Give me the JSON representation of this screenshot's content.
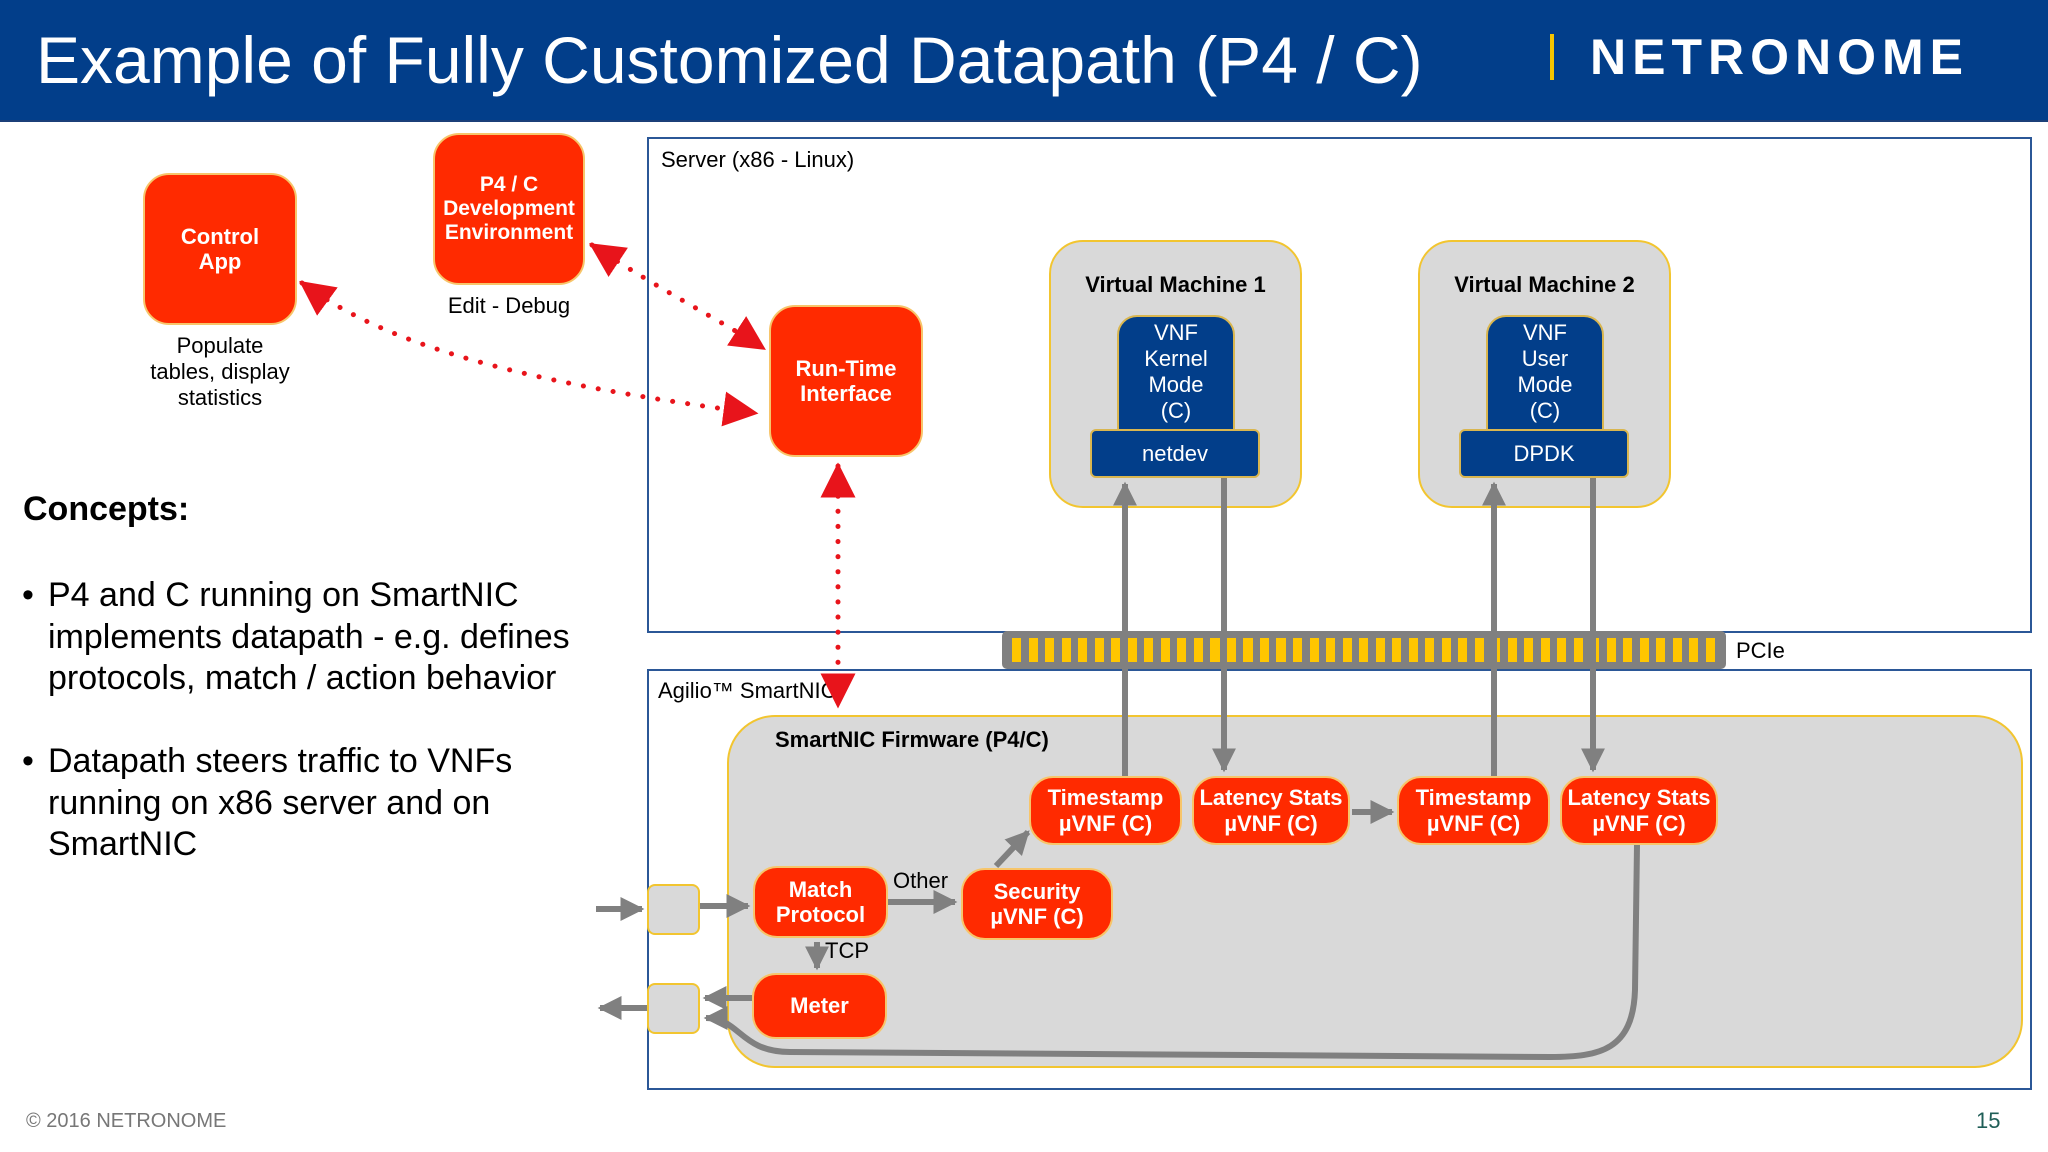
{
  "header": {
    "title": "Example of Fully Customized Datapath (P4 / C)",
    "logo_text": "NETRONOME",
    "colors": {
      "background": "#023E8A",
      "accent": "#F5C400"
    }
  },
  "left_nodes": {
    "control_app": {
      "label": "Control App",
      "caption": "Populate tables, display statistics"
    },
    "dev_env": {
      "label": "P4 / C Development Environment",
      "caption": "Edit - Debug"
    }
  },
  "concepts": {
    "heading": "Concepts:",
    "bullets": [
      "P4 and C running on SmartNIC implements datapath - e.g. defines protocols, match / action behavior",
      "Datapath steers traffic to VNFs running on x86 server and on SmartNIC"
    ]
  },
  "server": {
    "label": "Server (x86 - Linux)",
    "runtime": {
      "label": "Run-Time Interface"
    },
    "vms": [
      {
        "title": "Virtual Machine 1",
        "vnf": "VNF Kernel Mode (C)",
        "driver": "netdev"
      },
      {
        "title": "Virtual Machine 2",
        "vnf": "VNF User Mode (C)",
        "driver": "DPDK"
      }
    ]
  },
  "pcie": {
    "label": "PCIe"
  },
  "smartnic": {
    "label": "Agilio™ SmartNIC",
    "firmware_label": "SmartNIC Firmware (P4/C)",
    "nodes": {
      "match": "Match Protocol",
      "meter": "Meter",
      "security": "Security µVNF (C)",
      "timestamp1": "Timestamp µVNF (C)",
      "latency1": "Latency Stats µVNF (C)",
      "timestamp2": "Timestamp µVNF (C)",
      "latency2": "Latency Stats µVNF (C)"
    },
    "edge_labels": {
      "other": "Other",
      "tcp": "TCP"
    }
  },
  "footer": {
    "copyright": "© 2016 NETRONOME",
    "page": "15"
  },
  "colors": {
    "node_red": "#FF2A00",
    "vnf_blue": "#023E8A",
    "frame_blue": "#2B5797",
    "panel_gray": "#D9D9D9",
    "border_yellow": "#F2C530",
    "wire_gray": "#808080",
    "control_dots": "#E8141B"
  }
}
